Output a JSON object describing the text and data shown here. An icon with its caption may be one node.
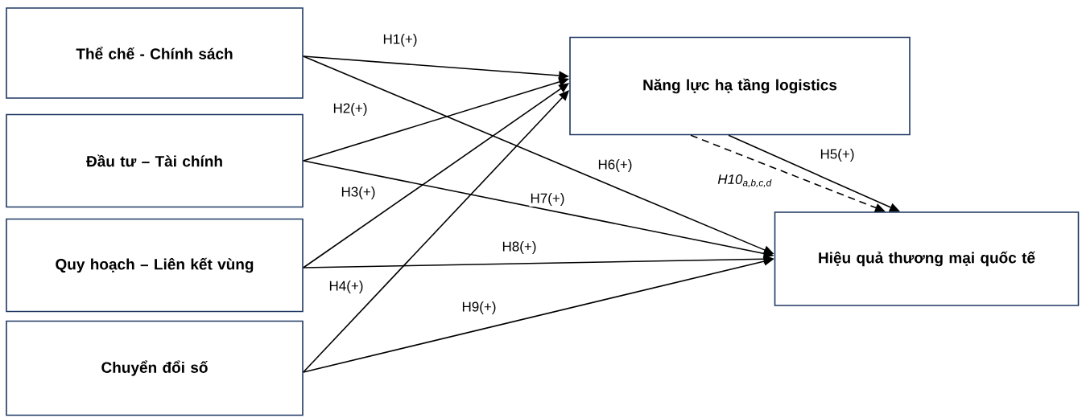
{
  "diagram": {
    "nodes": [
      {
        "text": [
          "Thể chế - Chính sách"
        ]
      },
      {
        "text": [
          "Đầu tư – Tài chính"
        ]
      },
      {
        "text": [
          "Quy hoạch – Liên kết vùng"
        ]
      },
      {
        "text": [
          "Chuyển đổi số"
        ]
      },
      {
        "text": [
          "Năng lực hạ tầng logistics"
        ]
      },
      {
        "text": [
          "Hiệu quả thương mại quốc tế"
        ]
      }
    ],
    "edges": [
      {
        "from": 0,
        "to": 4,
        "arrow": "to",
        "label": "H1(+)"
      },
      {
        "from": 1,
        "to": 4,
        "arrow": "to",
        "label": "H2(+)"
      },
      {
        "from": 2,
        "to": 4,
        "arrow": "to",
        "label": "H3(+)"
      },
      {
        "from": 3,
        "to": 4,
        "arrow": "to",
        "label": "H4(+)"
      },
      {
        "from": 4,
        "to": 5,
        "arrow": "to",
        "label": "H5(+)"
      },
      {
        "from": 0,
        "to": 5,
        "arrow": "to",
        "label": "H6(+)"
      },
      {
        "from": 1,
        "to": 5,
        "arrow": "to",
        "label": "H7(+)"
      },
      {
        "from": 2,
        "to": 5,
        "arrow": "to",
        "label": "H8(+)"
      },
      {
        "from": 3,
        "to": 5,
        "arrow": "to",
        "label": "H9(+)"
      },
      {
        "from": 4,
        "to": 5,
        "arrow": "to",
        "style": "dashed",
        "label": "H10$_{a,b,c,d}$"
      }
    ]
  }
}
